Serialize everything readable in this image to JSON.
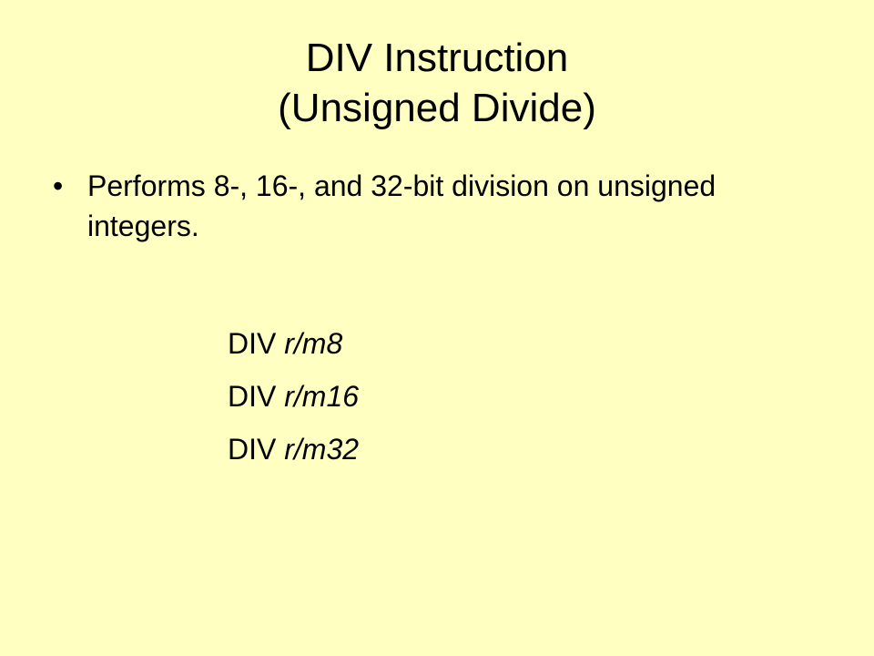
{
  "slide": {
    "background_color": "#FFFFC1",
    "title": {
      "line1": "DIV Instruction",
      "line2": "(Unsigned Divide)"
    },
    "bullets": [
      {
        "marker": "•",
        "text": "Performs 8-, 16-, and 32-bit division on unsigned integers."
      }
    ],
    "instructions": [
      {
        "mnemonic": "DIV",
        "operand": "r/m8"
      },
      {
        "mnemonic": "DIV",
        "operand": "r/m16"
      },
      {
        "mnemonic": "DIV",
        "operand": "r/m32"
      }
    ]
  }
}
